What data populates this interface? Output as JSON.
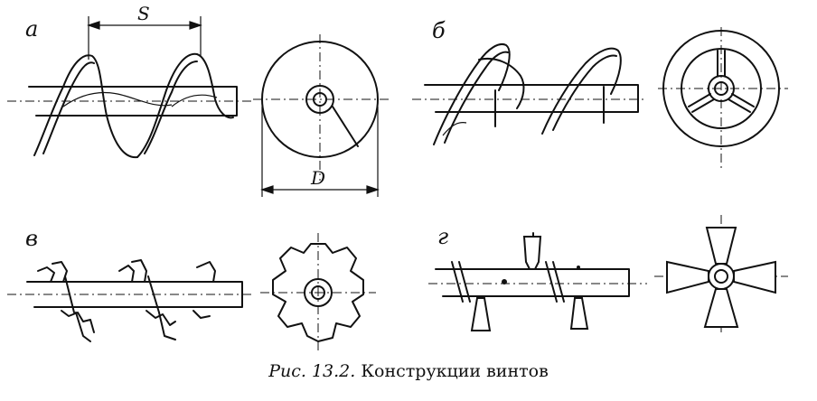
{
  "panels": {
    "a": {
      "label": "а",
      "pitch_label": "S",
      "diameter_label": "D"
    },
    "b": {
      "label": "б"
    },
    "v": {
      "label": "в"
    },
    "g": {
      "label": "г"
    }
  },
  "caption": {
    "prefix": "Рис. 13.2.",
    "title": "Конструкции винтов"
  },
  "colors": {
    "ink": "#111111",
    "paper": "#ffffff"
  }
}
